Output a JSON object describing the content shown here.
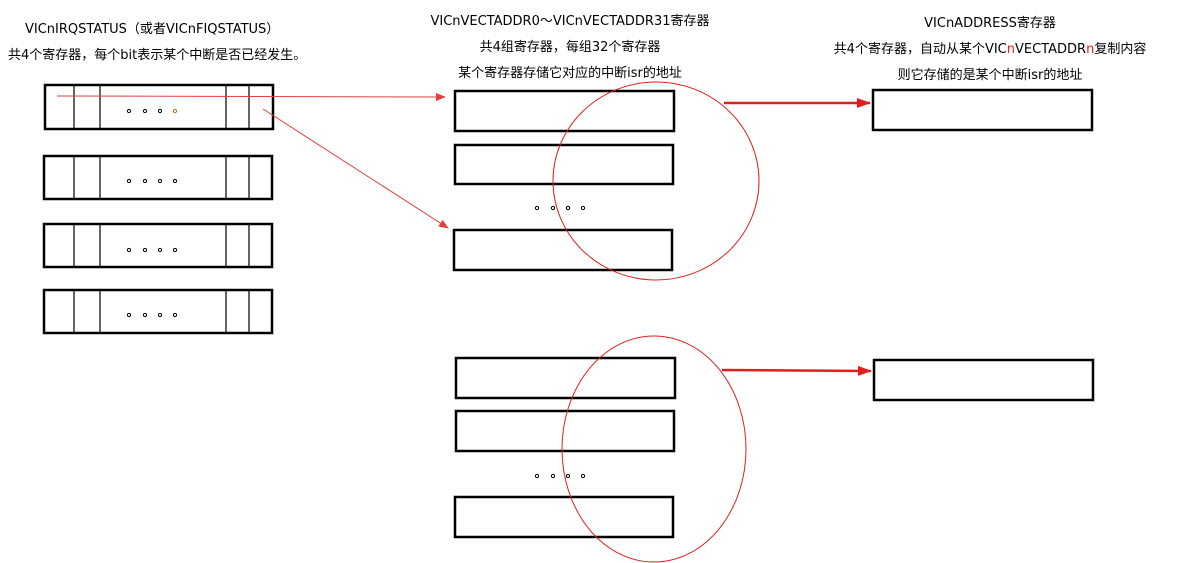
{
  "left": {
    "title": "VICnIRQSTATUS（或者VICnFIQSTATUS）",
    "desc": "共4个寄存器，每个bit表示某个中断是否已经发生。",
    "dots": "。。。。"
  },
  "middle": {
    "title": "VICnVECTADDR0～VICnVECTADDR31寄存器",
    "desc1": "共4组寄存器，每组32个寄存器",
    "desc2": "某个寄存器存储它对应的中断isr的地址",
    "dots": "。。。。"
  },
  "right": {
    "title": "VICnADDRESS寄存器",
    "desc1_a": "共4个寄存器，自动从某个VIC",
    "desc1_b": "n",
    "desc1_c": "VECTADDR",
    "desc1_d": "n",
    "desc1_e": "复制内容",
    "desc2": "则它存储的是某个中断isr的地址"
  },
  "colors": {
    "arrow": "#e02020",
    "thin_arrow": "#e04040",
    "box": "#000000"
  }
}
